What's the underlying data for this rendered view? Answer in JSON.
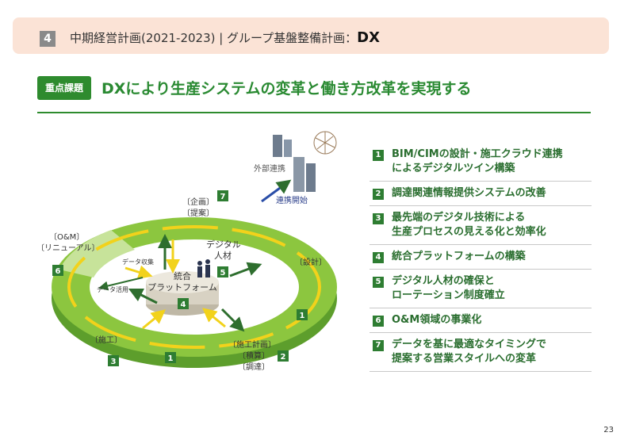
{
  "header": {
    "section_number": "4",
    "title": "中期経営計画(2021-2023) | グループ基盤整備計画：",
    "title_highlight": "DX"
  },
  "badge": "重点課題",
  "main_title": "DXにより生産システムの変革と働き方改革を実現する",
  "diagram": {
    "external": "外部連携",
    "link_start": "連携開始",
    "data_collect": "データ収集",
    "data_use": "データ活用",
    "center_line1": "統合",
    "center_line2": "プラットフォーム",
    "center_num": "4",
    "talent_line1": "デジタル",
    "talent_line2": "人材",
    "talent_num": "5",
    "stage_plan": "〔企画〕",
    "stage_propose": "〔提案〕",
    "stage_plan_num": "7",
    "stage_om": "〔O&M〕",
    "stage_renewal": "〔リニューアル〕",
    "stage_om_num": "6",
    "stage_design": "〔設計〕",
    "stage_design_num": "1",
    "stage_construct_plan": "〔施工計画〕",
    "stage_estimate": "〔積算〕",
    "stage_procure": "〔調達〕",
    "stage_construct_plan_num": "2",
    "stage_construct": "〔施工〕",
    "stage_construct_num": "3",
    "stage_construct_num2": "1"
  },
  "items": [
    {
      "num": "1",
      "text": "BIM/CIMの設計・施工クラウド連携\nによるデジタルツイン構築"
    },
    {
      "num": "2",
      "text": "調達関連情報提供システムの改善"
    },
    {
      "num": "3",
      "text": "最先端のデジタル技術による\n生産プロセスの見える化と効率化"
    },
    {
      "num": "4",
      "text": "統合プラットフォームの構築"
    },
    {
      "num": "5",
      "text": "デジタル人材の確保と\nローテーション制度確立"
    },
    {
      "num": "6",
      "text": "O&M領域の事業化"
    },
    {
      "num": "7",
      "text": "データを基に最適なタイミングで\n提案する営業スタイルへの変革"
    }
  ],
  "page_number": "23",
  "colors": {
    "green_dark": "#2e8b2e",
    "green_ring": "#7cbf3a",
    "green_light": "#c7e39a",
    "yellow": "#f2d21b",
    "header_bg": "#fbe3d6"
  }
}
